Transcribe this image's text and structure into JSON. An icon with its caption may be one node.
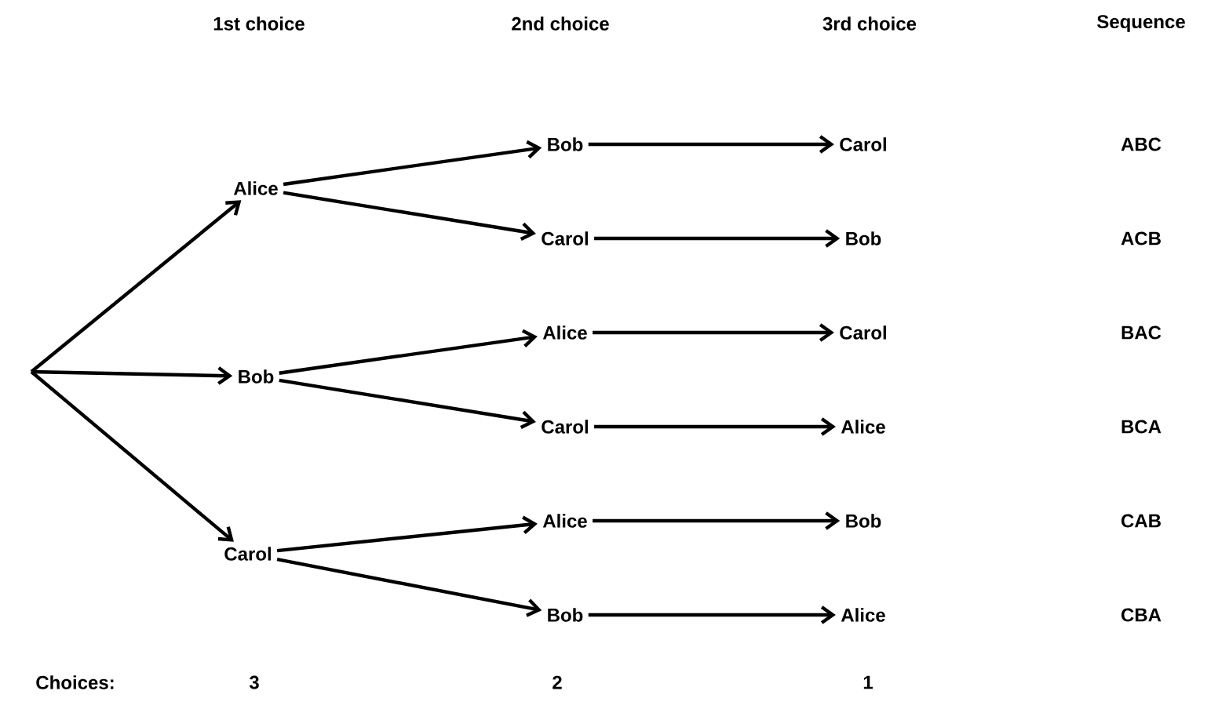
{
  "diagram": {
    "nodes": [
      {
        "text": [
          "Alice"
        ]
      },
      {
        "text": [
          "Bob"
        ]
      },
      {
        "text": [
          "Carol"
        ]
      },
      {
        "text": [
          "Bob"
        ]
      },
      {
        "text": [
          "Carol"
        ]
      },
      {
        "text": [
          "Alice"
        ]
      },
      {
        "text": [
          "Carol"
        ]
      },
      {
        "text": [
          "Alice"
        ]
      },
      {
        "text": [
          "Bob"
        ]
      },
      {
        "text": [
          "Carol"
        ]
      },
      {
        "text": [
          "Bob"
        ]
      },
      {
        "text": [
          "Carol"
        ]
      },
      {
        "text": [
          "Alice"
        ]
      },
      {
        "text": [
          "Bob"
        ]
      },
      {
        "text": [
          "Alice"
        ]
      }
    ],
    "edges": [
      {
        "from": null,
        "to": 0,
        "arrow": "to"
      },
      {
        "from": null,
        "to": 1,
        "arrow": "to"
      },
      {
        "from": null,
        "to": 2,
        "arrow": "to"
      },
      {
        "from": 0,
        "to": 3,
        "arrow": "to"
      },
      {
        "from": 0,
        "to": 4,
        "arrow": "to"
      },
      {
        "from": 1,
        "to": 5,
        "arrow": "to"
      },
      {
        "from": 1,
        "to": 6,
        "arrow": "to"
      },
      {
        "from": 2,
        "to": 7,
        "arrow": "to"
      },
      {
        "from": 2,
        "to": 8,
        "arrow": "to"
      },
      {
        "from": 3,
        "to": 9,
        "arrow": "to"
      },
      {
        "from": 4,
        "to": 10,
        "arrow": "to"
      },
      {
        "from": 5,
        "to": 11,
        "arrow": "to"
      },
      {
        "from": 6,
        "to": 12,
        "arrow": "to"
      },
      {
        "from": 7,
        "to": 13,
        "arrow": "to"
      },
      {
        "from": 8,
        "to": 14,
        "arrow": "to"
      }
    ],
    "labels": [
      "1st choice",
      "2nd choice",
      "3rd choice",
      "Sequence",
      "ABC",
      "ACB",
      "BAC",
      "BCA",
      "CAB",
      "CBA",
      "Choices:",
      "3",
      "2",
      "1"
    ]
  }
}
